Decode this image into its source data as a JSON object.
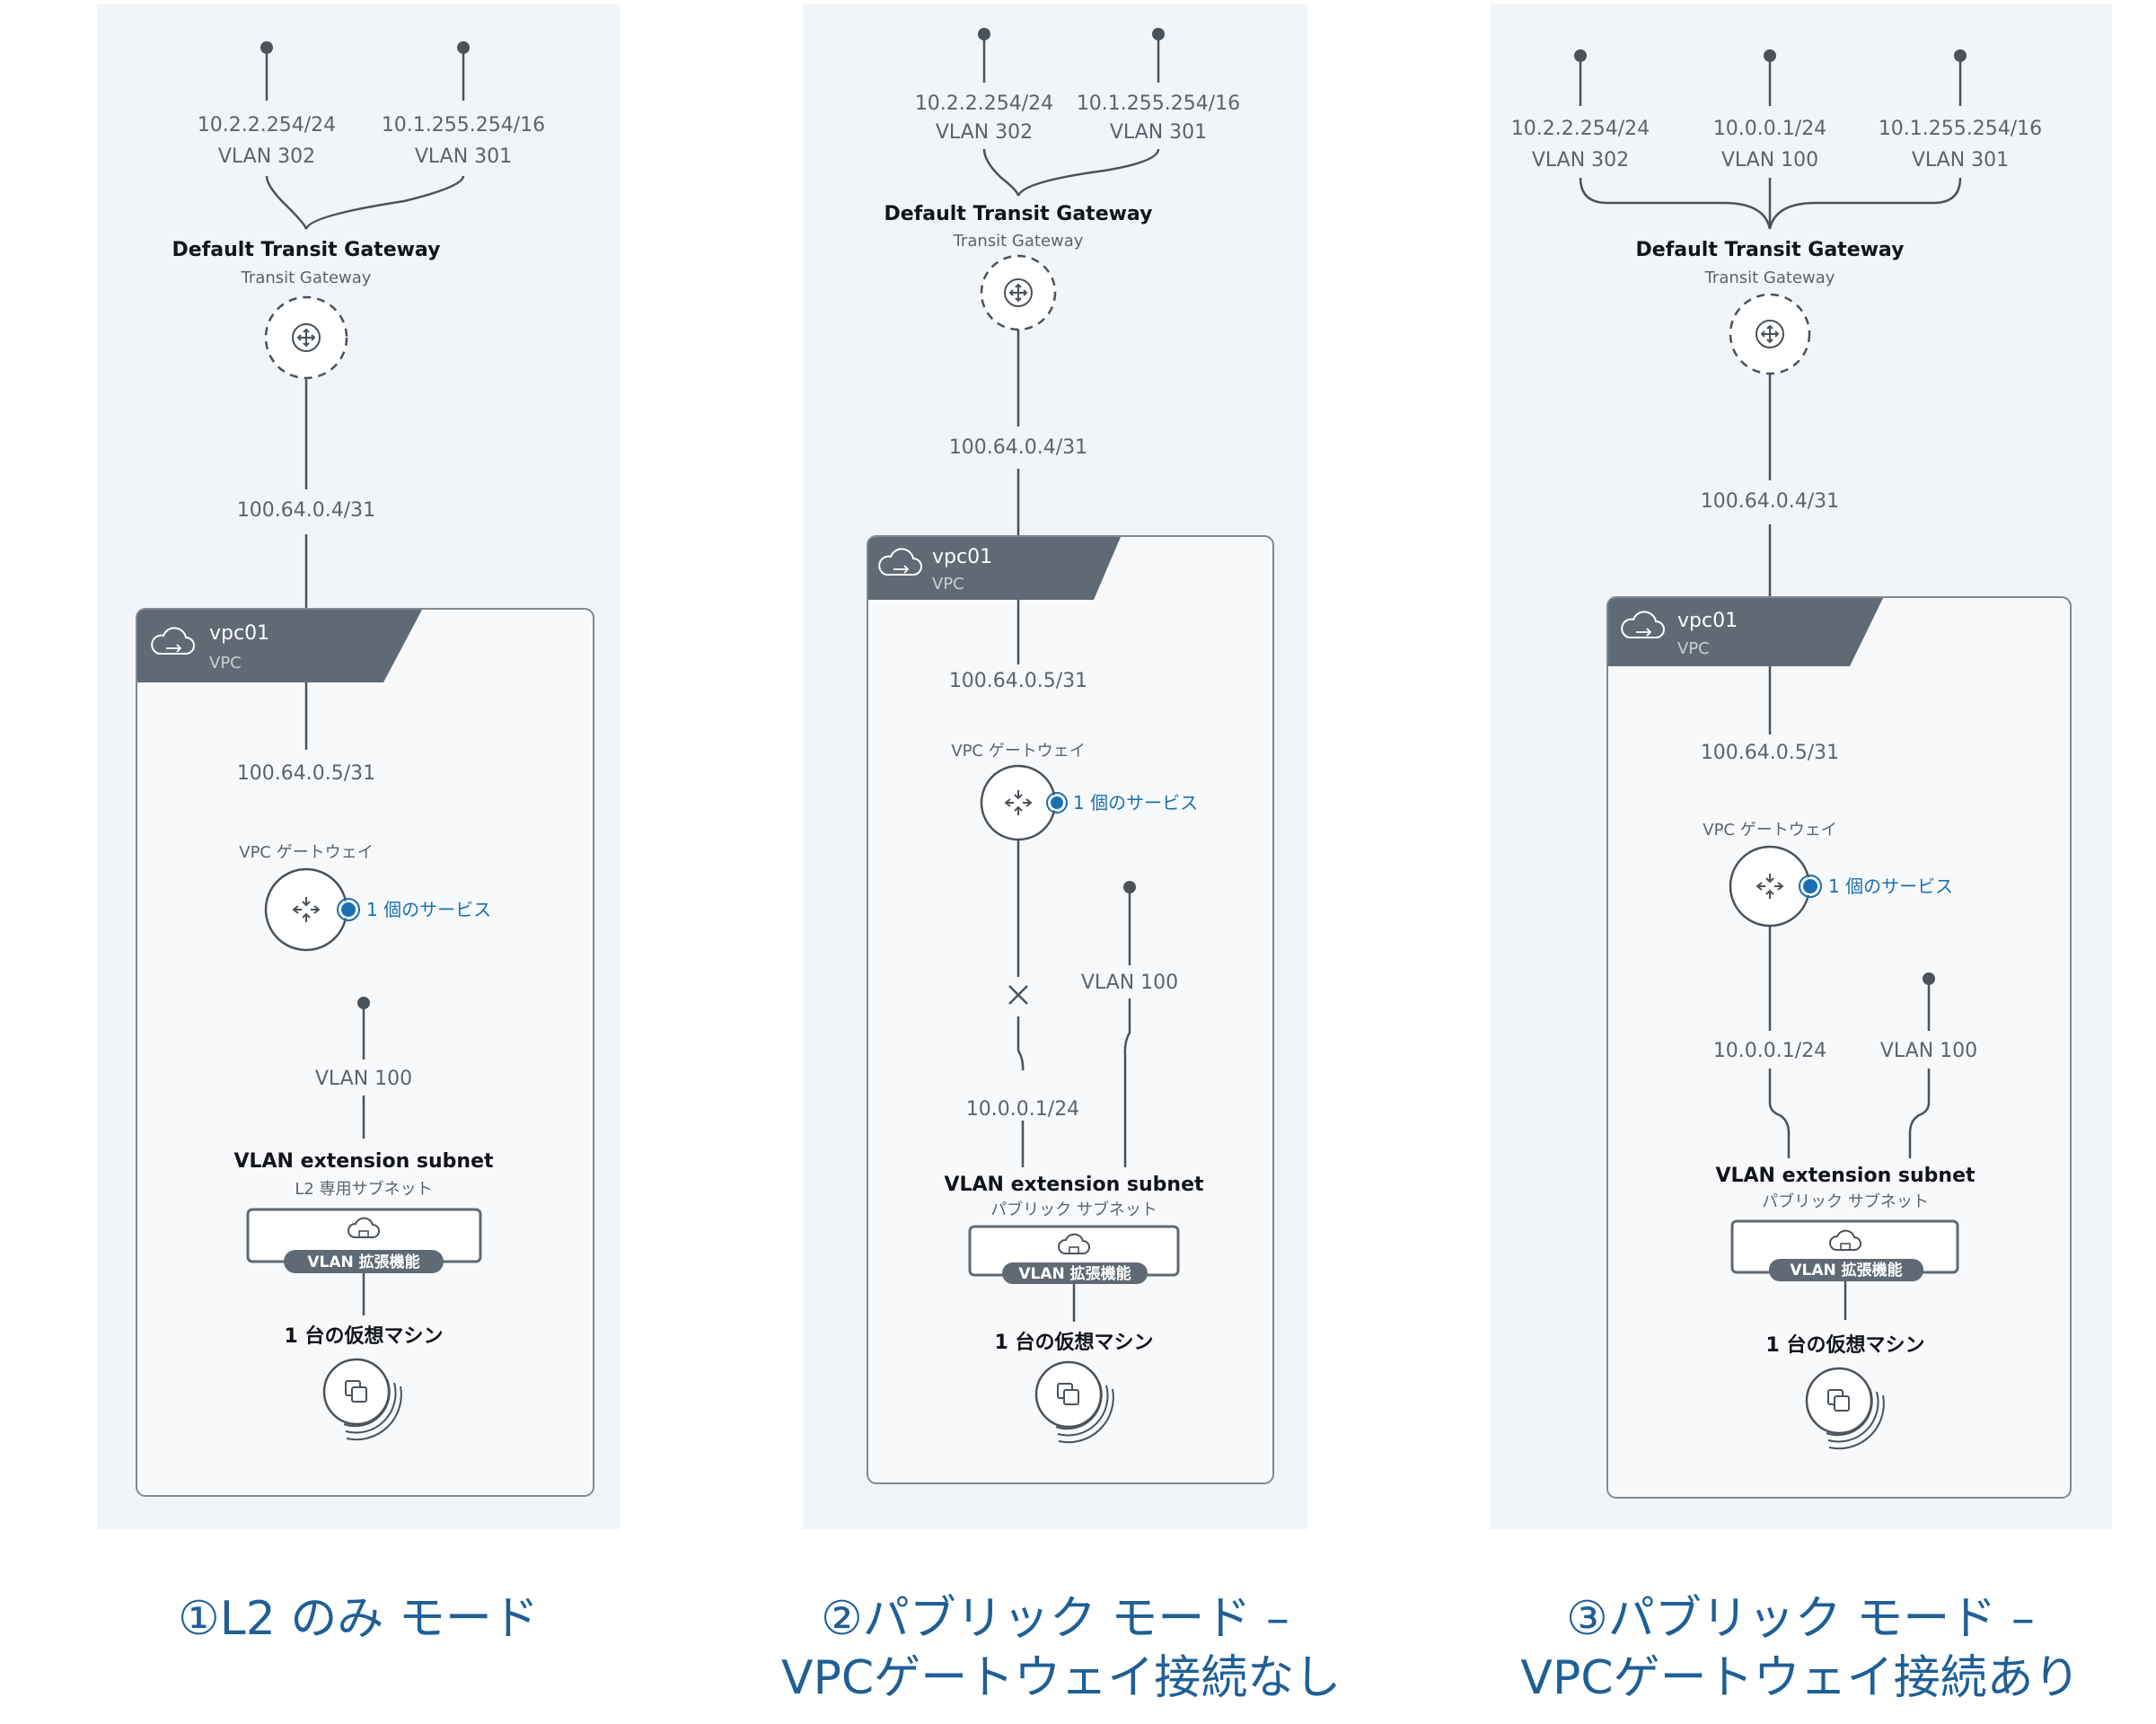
{
  "colors": {
    "panel_bg": "#f1f4f8",
    "vpc_header": "#5f6a74",
    "service_blue": "#1a6fb0",
    "caption_blue": "#1f5f96"
  },
  "panels": [
    {
      "vlans": [
        {
          "cidr": "10.2.2.254/24",
          "vlan": "VLAN 302"
        },
        {
          "cidr": "10.1.255.254/16",
          "vlan": "VLAN 301"
        }
      ],
      "gateway_name": "Default Transit Gateway",
      "gateway_type": "Transit Gateway",
      "uplink_cidr": "100.64.0.4/31",
      "vpc_name": "vpc01",
      "vpc_type": "VPC",
      "vpc_side_cidr": "100.64.0.5/31",
      "vpc_gw_label": "VPC ゲートウェイ",
      "service_label": "1 個のサービス",
      "ext_vlan": "VLAN 100",
      "subnet_title": "VLAN extension subnet",
      "subnet_sub": "L2 専用サブネット",
      "badge": "VLAN 拡張機能",
      "vm_label": "1 台の仮想マシン",
      "caption": [
        "①L2 のみ モード"
      ]
    },
    {
      "vlans": [
        {
          "cidr": "10.2.2.254/24",
          "vlan": "VLAN 302"
        },
        {
          "cidr": "10.1.255.254/16",
          "vlan": "VLAN 301"
        }
      ],
      "gateway_name": "Default Transit Gateway",
      "gateway_type": "Transit Gateway",
      "uplink_cidr": "100.64.0.4/31",
      "vpc_name": "vpc01",
      "vpc_type": "VPC",
      "vpc_side_cidr": "100.64.0.5/31",
      "vpc_gw_label": "VPC ゲートウェイ",
      "service_label": "1 個のサービス",
      "ext_vlan": "VLAN 100",
      "subnet_cidr": "10.0.0.1/24",
      "subnet_title": "VLAN extension subnet",
      "subnet_sub": "パブリック サブネット",
      "badge": "VLAN 拡張機能",
      "vm_label": "1 台の仮想マシン",
      "caption": [
        "②パブリック モード –",
        "VPCゲートウェイ接続なし"
      ]
    },
    {
      "vlans": [
        {
          "cidr": "10.2.2.254/24",
          "vlan": "VLAN 302"
        },
        {
          "cidr": "10.0.0.1/24",
          "vlan": "VLAN 100"
        },
        {
          "cidr": "10.1.255.254/16",
          "vlan": "VLAN 301"
        }
      ],
      "gateway_name": "Default Transit Gateway",
      "gateway_type": "Transit Gateway",
      "uplink_cidr": "100.64.0.4/31",
      "vpc_name": "vpc01",
      "vpc_type": "VPC",
      "vpc_side_cidr": "100.64.0.5/31",
      "vpc_gw_label": "VPC ゲートウェイ",
      "service_label": "1 個のサービス",
      "ext_vlan": "VLAN 100",
      "subnet_cidr": "10.0.0.1/24",
      "subnet_title": "VLAN extension subnet",
      "subnet_sub": "パブリック サブネット",
      "badge": "VLAN 拡張機能",
      "vm_label": "1 台の仮想マシン",
      "caption": [
        "③パブリック モード –",
        "VPCゲートウェイ接続あり"
      ]
    }
  ]
}
